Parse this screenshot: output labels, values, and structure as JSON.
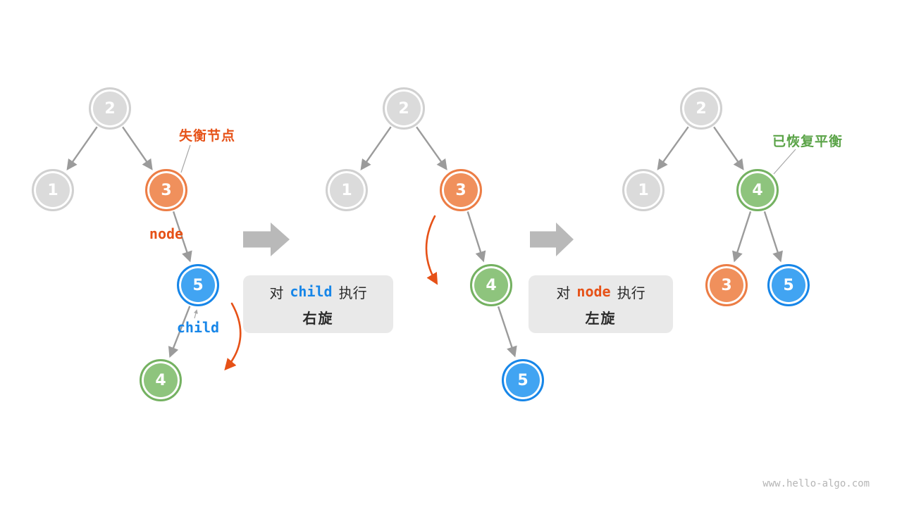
{
  "page": {
    "footer": "www.hello-algo.com"
  },
  "palette": {
    "gray_fill": "#dbdbdb",
    "gray_ring": "#d0d0d0",
    "orange_fill": "#f0905c",
    "orange_ring": "#ec7d45",
    "blue_fill": "#41a4f2",
    "blue_ring": "#1786e8",
    "green_fill": "#8ec47d",
    "green_ring": "#74b161",
    "edge": "#9b9b9b",
    "big_arrow": "#b9b9b9",
    "accent_orange": "#e65117",
    "label_blue": "#1786e8",
    "label_green": "#5aa347",
    "box_bg": "#e9e9e9",
    "footer_gray": "#b5b5b5",
    "callout": "#a8a8a8"
  },
  "trees": [
    {
      "id": "step-initial",
      "nodes": [
        {
          "value": "2",
          "color": "gray"
        },
        {
          "value": "1",
          "color": "gray"
        },
        {
          "value": "3",
          "color": "orange"
        },
        {
          "value": "5",
          "color": "blue"
        },
        {
          "value": "4",
          "color": "green"
        }
      ]
    },
    {
      "id": "step-after-right-rotation",
      "nodes": [
        {
          "value": "2",
          "color": "gray"
        },
        {
          "value": "1",
          "color": "gray"
        },
        {
          "value": "3",
          "color": "orange"
        },
        {
          "value": "4",
          "color": "green"
        },
        {
          "value": "5",
          "color": "blue"
        }
      ]
    },
    {
      "id": "step-balanced",
      "nodes": [
        {
          "value": "2",
          "color": "gray"
        },
        {
          "value": "1",
          "color": "gray"
        },
        {
          "value": "4",
          "color": "green"
        },
        {
          "value": "3",
          "color": "orange"
        },
        {
          "value": "5",
          "color": "blue"
        }
      ]
    }
  ],
  "annotations": {
    "unbalanced": "失衡节点",
    "node_ref": "node",
    "child_ref": "child",
    "restored": "已恢复平衡"
  },
  "captions": [
    {
      "prefix": "对",
      "target": "child",
      "suffix": "执行",
      "action": "右旋"
    },
    {
      "prefix": "对",
      "target": "node",
      "suffix": "执行",
      "action": "左旋"
    }
  ]
}
